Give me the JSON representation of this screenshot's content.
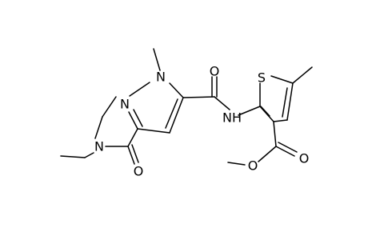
{
  "figure": {
    "kind": "structural-formula",
    "bond_color": "#000000",
    "label_color": "#000000",
    "background": "#ffffff"
  },
  "atoms": {
    "methyl_n_label": "",
    "n1": "N",
    "n2": "N",
    "amide_o_pyrazole": "O",
    "amide_nh": "NH",
    "thiophene_s": "S",
    "diethylamide_n": "N",
    "diethylamide_o": "O",
    "ester_o_ether": "O",
    "ester_o_carbonyl": "O"
  }
}
